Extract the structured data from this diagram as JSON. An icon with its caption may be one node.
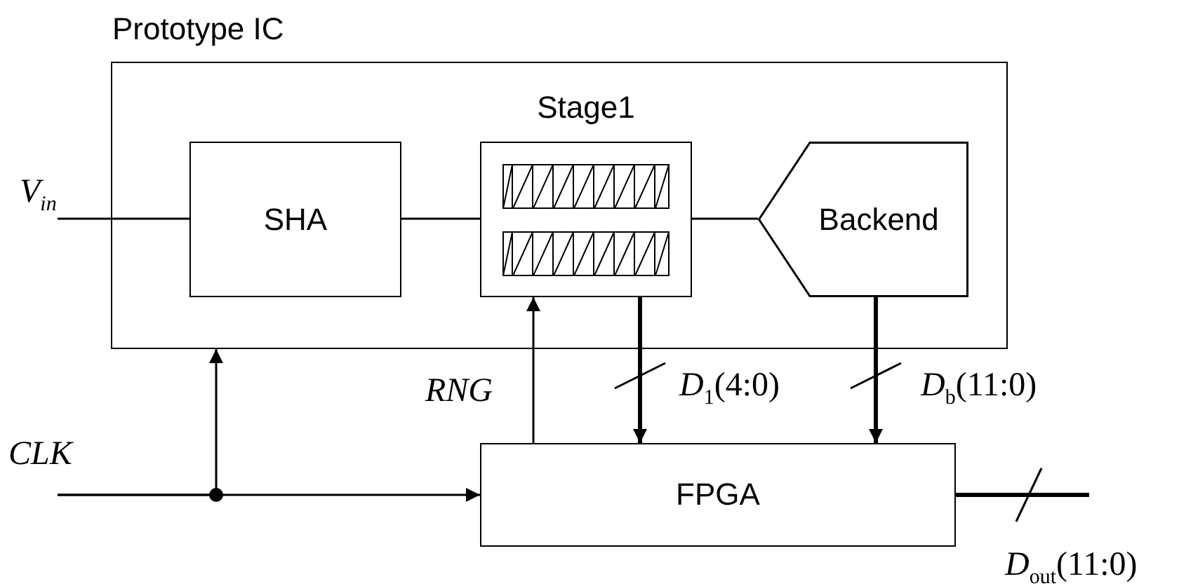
{
  "diagram": {
    "nodes": [
      {
        "text": [
          "Prototype IC"
        ]
      },
      {
        "text": [
          "SHA"
        ],
        "in": 0
      },
      {
        "text": [
          "Stage1"
        ],
        "in": 0
      },
      {
        "text": [
          "Backend"
        ],
        "in": 0
      },
      {
        "text": [
          "V$_{in}$"
        ]
      },
      {
        "text": [
          "CLK"
        ]
      },
      {
        "text": [
          "FPGA"
        ]
      }
    ],
    "edges": [
      {
        "from": 4,
        "to": 1,
        "arrow": "none"
      },
      {
        "from": 1,
        "to": 2,
        "arrow": "none"
      },
      {
        "from": 2,
        "to": 3,
        "arrow": "none"
      },
      {
        "from": 5,
        "to": 6,
        "arrow": "to"
      },
      {
        "from": 5,
        "to": 0,
        "arrow": "to"
      },
      {
        "from": 6,
        "to": 2,
        "arrow": "to",
        "label": "RNG"
      },
      {
        "from": 2,
        "to": 6,
        "arrow": "to",
        "label": "*D*$_{1}$(4:0)",
        "style": "thick"
      },
      {
        "from": 3,
        "to": 6,
        "arrow": "to",
        "label": "*D*$_{b}$(11:0)",
        "style": "thick"
      },
      {
        "from": 6,
        "to": null,
        "arrow": "none",
        "label": "*D*$_{out}$(11:0)",
        "style": "thick"
      }
    ]
  }
}
